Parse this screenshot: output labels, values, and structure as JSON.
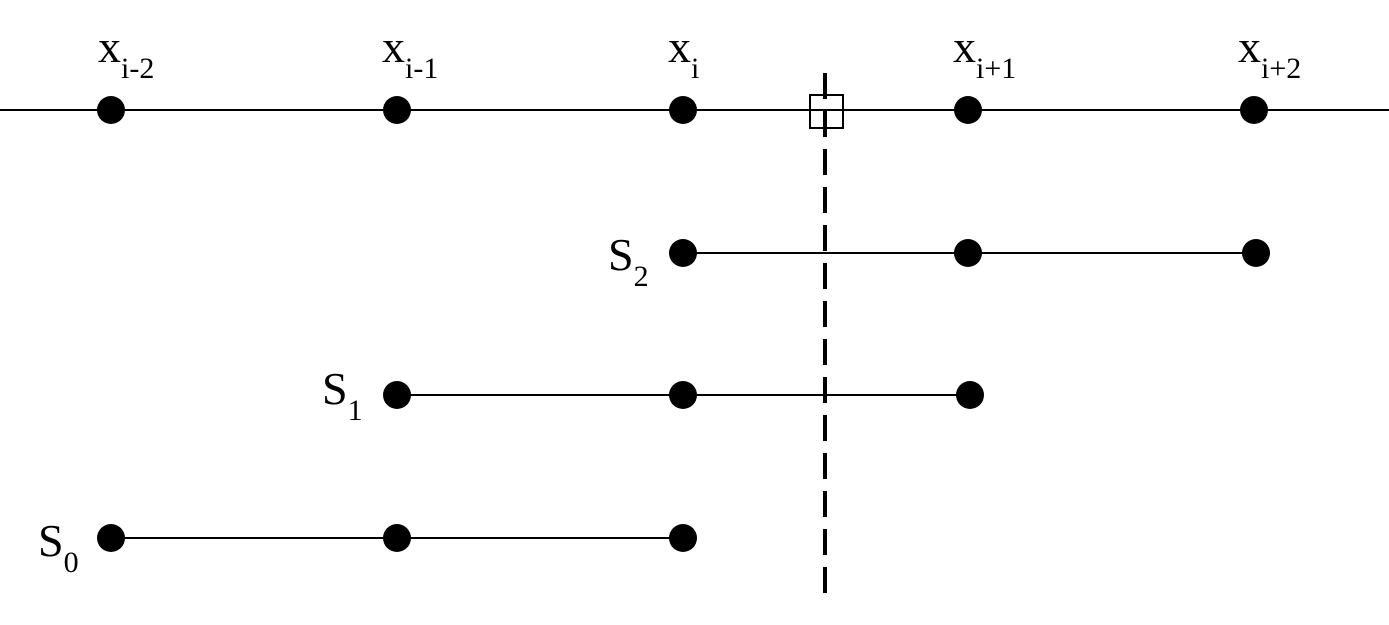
{
  "grid_points": [
    {
      "base": "x",
      "sub": "i-2"
    },
    {
      "base": "x",
      "sub": "i-1"
    },
    {
      "base": "x",
      "sub": "i"
    },
    {
      "base": "x",
      "sub": "i+1"
    },
    {
      "base": "x",
      "sub": "i+2"
    }
  ],
  "stencils": [
    {
      "base": "S",
      "sub": "2"
    },
    {
      "base": "S",
      "sub": "1"
    },
    {
      "base": "S",
      "sub": "0"
    }
  ]
}
